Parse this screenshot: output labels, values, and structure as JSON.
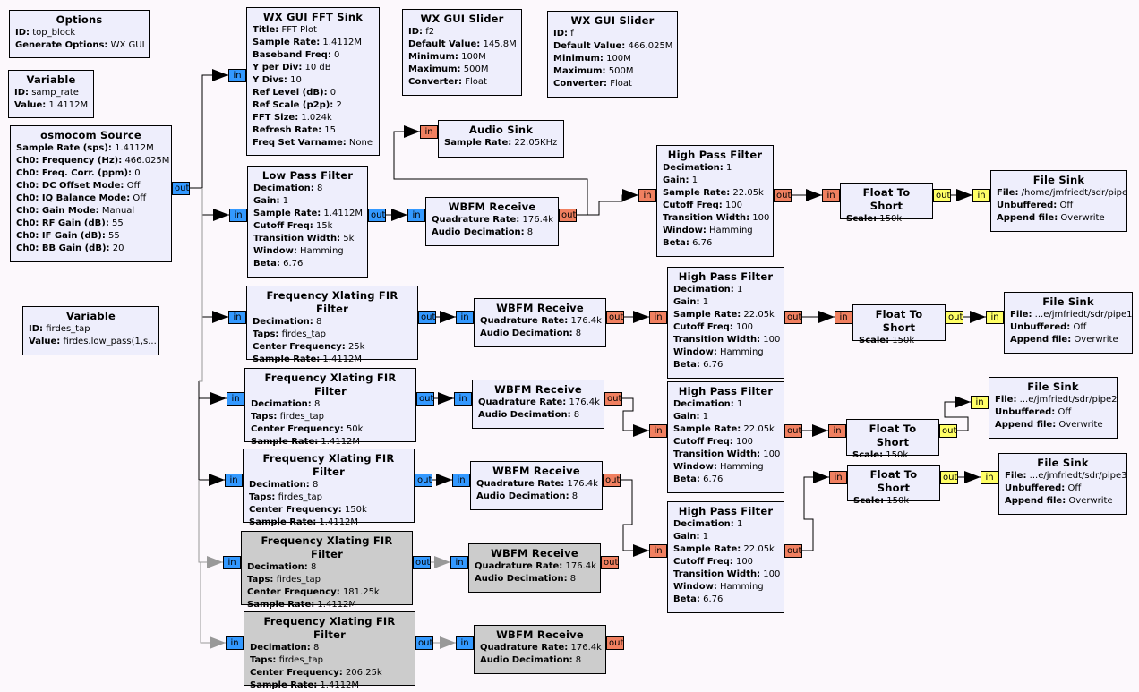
{
  "colors": {
    "canvas_bg": "#fcf8fc",
    "block_bg": "#eeeefc",
    "block_disabled_bg": "#cccccc",
    "port_complex": "#3399ff",
    "port_float": "#f08060",
    "port_short": "#ffff66",
    "wire": "#000000",
    "wire_disabled": "#999999"
  },
  "blocks": {
    "options": {
      "title": "Options",
      "params": [
        {
          "k": "ID:",
          "v": "top_block"
        },
        {
          "k": "Generate Options:",
          "v": "WX GUI"
        }
      ]
    },
    "var_samp_rate": {
      "title": "Variable",
      "params": [
        {
          "k": "ID:",
          "v": "samp_rate"
        },
        {
          "k": "Value:",
          "v": "1.4112M"
        }
      ]
    },
    "osmocom_source": {
      "title": "osmocom Source",
      "params": [
        {
          "k": "Sample Rate (sps):",
          "v": "1.4112M"
        },
        {
          "k": "Ch0: Frequency (Hz):",
          "v": "466.025M"
        },
        {
          "k": "Ch0: Freq. Corr. (ppm):",
          "v": "0"
        },
        {
          "k": "Ch0: DC Offset Mode:",
          "v": "Off"
        },
        {
          "k": "Ch0: IQ Balance Mode:",
          "v": "Off"
        },
        {
          "k": "Ch0: Gain Mode:",
          "v": "Manual"
        },
        {
          "k": "Ch0: RF Gain (dB):",
          "v": "55"
        },
        {
          "k": "Ch0: IF Gain (dB):",
          "v": "55"
        },
        {
          "k": "Ch0: BB Gain (dB):",
          "v": "20"
        }
      ]
    },
    "var_firdes_tap": {
      "title": "Variable",
      "params": [
        {
          "k": "ID:",
          "v": "firdes_tap"
        },
        {
          "k": "Value:",
          "v": "firdes.low_pass(1,s..."
        }
      ]
    },
    "fft_sink": {
      "title": "WX GUI FFT Sink",
      "params": [
        {
          "k": "Title:",
          "v": "FFT Plot"
        },
        {
          "k": "Sample Rate:",
          "v": "1.4112M"
        },
        {
          "k": "Baseband Freq:",
          "v": "0"
        },
        {
          "k": "Y per Div:",
          "v": "10 dB"
        },
        {
          "k": "Y Divs:",
          "v": "10"
        },
        {
          "k": "Ref Level (dB):",
          "v": "0"
        },
        {
          "k": "Ref Scale (p2p):",
          "v": "2"
        },
        {
          "k": "FFT Size:",
          "v": "1.024k"
        },
        {
          "k": "Refresh Rate:",
          "v": "15"
        },
        {
          "k": "Freq Set Varname:",
          "v": "None"
        }
      ]
    },
    "slider_f2": {
      "title": "WX GUI Slider",
      "params": [
        {
          "k": "ID:",
          "v": "f2"
        },
        {
          "k": "Default Value:",
          "v": "145.8M"
        },
        {
          "k": "Minimum:",
          "v": "100M"
        },
        {
          "k": "Maximum:",
          "v": "500M"
        },
        {
          "k": "Converter:",
          "v": "Float"
        }
      ]
    },
    "slider_f": {
      "title": "WX GUI Slider",
      "params": [
        {
          "k": "ID:",
          "v": "f"
        },
        {
          "k": "Default Value:",
          "v": "466.025M"
        },
        {
          "k": "Minimum:",
          "v": "100M"
        },
        {
          "k": "Maximum:",
          "v": "500M"
        },
        {
          "k": "Converter:",
          "v": "Float"
        }
      ]
    },
    "audio_sink": {
      "title": "Audio Sink",
      "params": [
        {
          "k": "Sample Rate:",
          "v": "22.05KHz"
        }
      ]
    },
    "low_pass": {
      "title": "Low Pass Filter",
      "params": [
        {
          "k": "Decimation:",
          "v": "8"
        },
        {
          "k": "Gain:",
          "v": "1"
        },
        {
          "k": "Sample Rate:",
          "v": "1.4112M"
        },
        {
          "k": "Cutoff Freq:",
          "v": "15k"
        },
        {
          "k": "Transition Width:",
          "v": "5k"
        },
        {
          "k": "Window:",
          "v": "Hamming"
        },
        {
          "k": "Beta:",
          "v": "6.76"
        }
      ]
    },
    "wbfm_0": {
      "title": "WBFM Receive",
      "params": [
        {
          "k": "Quadrature Rate:",
          "v": "176.4k"
        },
        {
          "k": "Audio Decimation:",
          "v": "8"
        }
      ]
    },
    "hpf_0": {
      "title": "High Pass Filter",
      "params": [
        {
          "k": "Decimation:",
          "v": "1"
        },
        {
          "k": "Gain:",
          "v": "1"
        },
        {
          "k": "Sample Rate:",
          "v": "22.05k"
        },
        {
          "k": "Cutoff Freq:",
          "v": "100"
        },
        {
          "k": "Transition Width:",
          "v": "100"
        },
        {
          "k": "Window:",
          "v": "Hamming"
        },
        {
          "k": "Beta:",
          "v": "6.76"
        }
      ]
    },
    "f2s_0": {
      "title": "Float To Short",
      "params": [
        {
          "k": "Scale:",
          "v": "150k"
        }
      ]
    },
    "fsink_0": {
      "title": "File Sink",
      "params": [
        {
          "k": "File:",
          "v": "/home/jmfriedt/sdr/pipe"
        },
        {
          "k": "Unbuffered:",
          "v": "Off"
        },
        {
          "k": "Append file:",
          "v": "Overwrite"
        }
      ]
    },
    "xlat_1": {
      "title": "Frequency Xlating FIR Filter",
      "params": [
        {
          "k": "Decimation:",
          "v": "8"
        },
        {
          "k": "Taps:",
          "v": "firdes_tap"
        },
        {
          "k": "Center Frequency:",
          "v": "25k"
        },
        {
          "k": "Sample Rate:",
          "v": "1.4112M"
        }
      ]
    },
    "wbfm_1": {
      "title": "WBFM Receive",
      "params": [
        {
          "k": "Quadrature Rate:",
          "v": "176.4k"
        },
        {
          "k": "Audio Decimation:",
          "v": "8"
        }
      ]
    },
    "hpf_1": {
      "title": "High Pass Filter",
      "params": [
        {
          "k": "Decimation:",
          "v": "1"
        },
        {
          "k": "Gain:",
          "v": "1"
        },
        {
          "k": "Sample Rate:",
          "v": "22.05k"
        },
        {
          "k": "Cutoff Freq:",
          "v": "100"
        },
        {
          "k": "Transition Width:",
          "v": "100"
        },
        {
          "k": "Window:",
          "v": "Hamming"
        },
        {
          "k": "Beta:",
          "v": "6.76"
        }
      ]
    },
    "f2s_1": {
      "title": "Float To Short",
      "params": [
        {
          "k": "Scale:",
          "v": "150k"
        }
      ]
    },
    "fsink_1": {
      "title": "File Sink",
      "params": [
        {
          "k": "File:",
          "v": "...e/jmfriedt/sdr/pipe1"
        },
        {
          "k": "Unbuffered:",
          "v": "Off"
        },
        {
          "k": "Append file:",
          "v": "Overwrite"
        }
      ]
    },
    "xlat_2": {
      "title": "Frequency Xlating FIR Filter",
      "params": [
        {
          "k": "Decimation:",
          "v": "8"
        },
        {
          "k": "Taps:",
          "v": "firdes_tap"
        },
        {
          "k": "Center Frequency:",
          "v": "50k"
        },
        {
          "k": "Sample Rate:",
          "v": "1.4112M"
        }
      ]
    },
    "wbfm_2": {
      "title": "WBFM Receive",
      "params": [
        {
          "k": "Quadrature Rate:",
          "v": "176.4k"
        },
        {
          "k": "Audio Decimation:",
          "v": "8"
        }
      ]
    },
    "hpf_2": {
      "title": "High Pass Filter",
      "params": [
        {
          "k": "Decimation:",
          "v": "1"
        },
        {
          "k": "Gain:",
          "v": "1"
        },
        {
          "k": "Sample Rate:",
          "v": "22.05k"
        },
        {
          "k": "Cutoff Freq:",
          "v": "100"
        },
        {
          "k": "Transition Width:",
          "v": "100"
        },
        {
          "k": "Window:",
          "v": "Hamming"
        },
        {
          "k": "Beta:",
          "v": "6.76"
        }
      ]
    },
    "f2s_2": {
      "title": "Float To Short",
      "params": [
        {
          "k": "Scale:",
          "v": "150k"
        }
      ]
    },
    "fsink_2": {
      "title": "File Sink",
      "params": [
        {
          "k": "File:",
          "v": "...e/jmfriedt/sdr/pipe2"
        },
        {
          "k": "Unbuffered:",
          "v": "Off"
        },
        {
          "k": "Append file:",
          "v": "Overwrite"
        }
      ]
    },
    "xlat_3": {
      "title": "Frequency Xlating FIR Filter",
      "params": [
        {
          "k": "Decimation:",
          "v": "8"
        },
        {
          "k": "Taps:",
          "v": "firdes_tap"
        },
        {
          "k": "Center Frequency:",
          "v": "150k"
        },
        {
          "k": "Sample Rate:",
          "v": "1.4112M"
        }
      ]
    },
    "wbfm_3": {
      "title": "WBFM Receive",
      "params": [
        {
          "k": "Quadrature Rate:",
          "v": "176.4k"
        },
        {
          "k": "Audio Decimation:",
          "v": "8"
        }
      ]
    },
    "hpf_3": {
      "title": "High Pass Filter",
      "params": [
        {
          "k": "Decimation:",
          "v": "1"
        },
        {
          "k": "Gain:",
          "v": "1"
        },
        {
          "k": "Sample Rate:",
          "v": "22.05k"
        },
        {
          "k": "Cutoff Freq:",
          "v": "100"
        },
        {
          "k": "Transition Width:",
          "v": "100"
        },
        {
          "k": "Window:",
          "v": "Hamming"
        },
        {
          "k": "Beta:",
          "v": "6.76"
        }
      ]
    },
    "f2s_3": {
      "title": "Float To Short",
      "params": [
        {
          "k": "Scale:",
          "v": "150k"
        }
      ]
    },
    "fsink_3": {
      "title": "File Sink",
      "params": [
        {
          "k": "File:",
          "v": "...e/jmfriedt/sdr/pipe3"
        },
        {
          "k": "Unbuffered:",
          "v": "Off"
        },
        {
          "k": "Append file:",
          "v": "Overwrite"
        }
      ]
    },
    "xlat_4": {
      "title": "Frequency Xlating FIR Filter",
      "disabled": true,
      "params": [
        {
          "k": "Decimation:",
          "v": "8"
        },
        {
          "k": "Taps:",
          "v": "firdes_tap"
        },
        {
          "k": "Center Frequency:",
          "v": "181.25k"
        },
        {
          "k": "Sample Rate:",
          "v": "1.4112M"
        }
      ]
    },
    "wbfm_4": {
      "title": "WBFM Receive",
      "disabled": true,
      "params": [
        {
          "k": "Quadrature Rate:",
          "v": "176.4k"
        },
        {
          "k": "Audio Decimation:",
          "v": "8"
        }
      ]
    },
    "xlat_5": {
      "title": "Frequency Xlating FIR Filter",
      "disabled": true,
      "params": [
        {
          "k": "Decimation:",
          "v": "8"
        },
        {
          "k": "Taps:",
          "v": "firdes_tap"
        },
        {
          "k": "Center Frequency:",
          "v": "206.25k"
        },
        {
          "k": "Sample Rate:",
          "v": "1.4112M"
        }
      ]
    },
    "wbfm_5": {
      "title": "WBFM Receive",
      "disabled": true,
      "params": [
        {
          "k": "Quadrature Rate:",
          "v": "176.4k"
        },
        {
          "k": "Audio Decimation:",
          "v": "8"
        }
      ]
    }
  },
  "ports": {
    "in": "in",
    "out": "out"
  }
}
